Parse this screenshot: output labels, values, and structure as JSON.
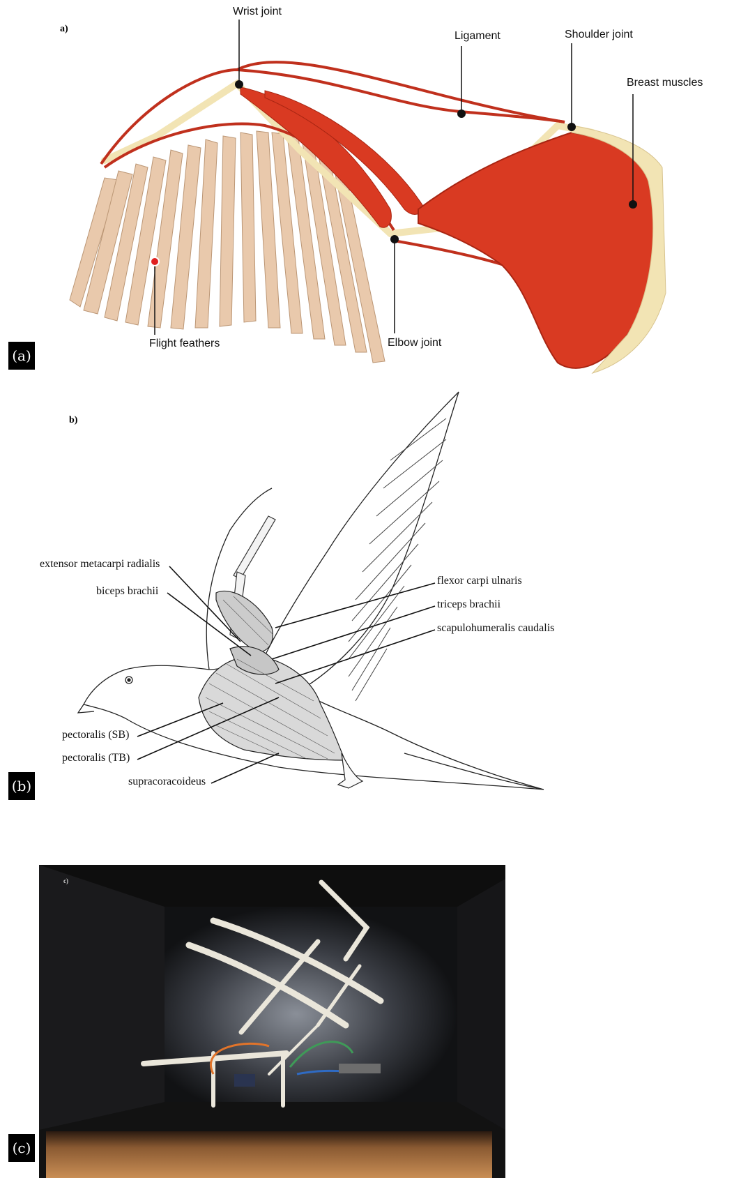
{
  "panel_a": {
    "badge": "(a)",
    "sublabel": "a)",
    "labels": {
      "wrist_joint": "Wrist joint",
      "ligament": "Ligament",
      "shoulder_joint": "Shoulder joint",
      "breast_muscles": "Breast muscles",
      "flight_feathers": "Flight feathers",
      "elbow_joint": "Elbow joint"
    },
    "colors": {
      "muscle": "#d93a22",
      "bone": "#f2e4b4",
      "feather": "#e8c7a8",
      "marker": "#e02020"
    }
  },
  "panel_b": {
    "badge": "(b)",
    "sublabel": "b)",
    "labels": {
      "extensor": "extensor metacarpi radialis",
      "biceps": "biceps brachii",
      "pect_sb": "pectoralis (SB)",
      "pect_tb": "pectoralis (TB)",
      "supracoracoideus": "supracoracoideus",
      "flexor": "flexor carpi ulnaris",
      "triceps": "triceps brachii",
      "scapulo": "scapulohumeralis caudalis"
    }
  },
  "panel_c": {
    "badge": "(c)",
    "photo_tag": "c)"
  }
}
